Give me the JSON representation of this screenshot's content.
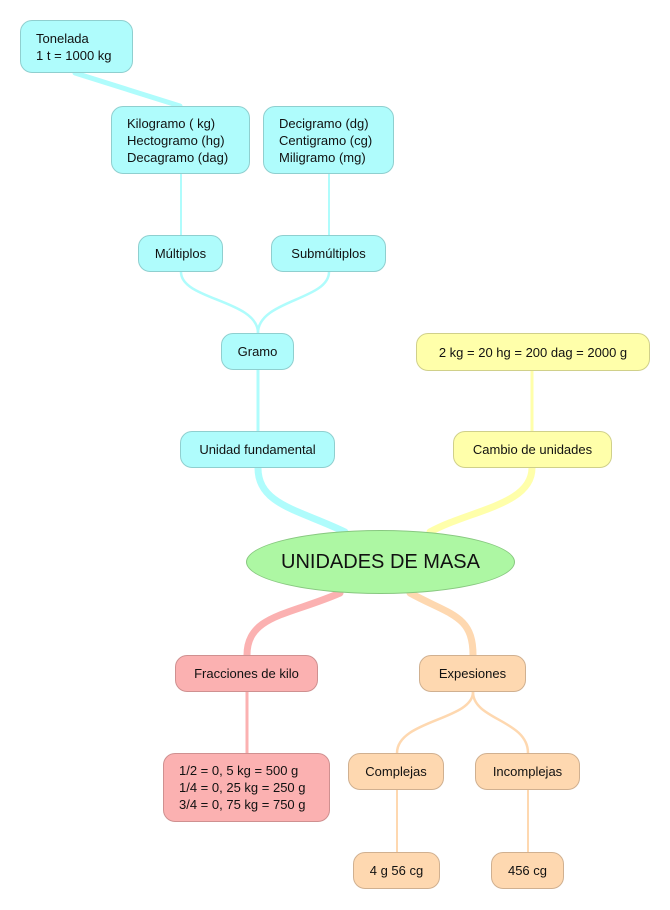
{
  "central": "UNIDADES DE MASA",
  "nodes": {
    "tonelada": "Tonelada\n1 t = 1000 kg",
    "multiples_list": "Kilogramo ( kg)\nHectogramo (hg)\nDecagramo (dag)",
    "submultiples_list": "Decigramo (dg)\nCentigramo (cg)\nMiligramo (mg)",
    "multiplos": "Múltiplos",
    "submultiplos": "Submúltiplos",
    "gramo": "Gramo",
    "unidad_fundamental": "Unidad fundamental",
    "cambio_example": "2 kg = 20 hg = 200 dag = 2000 g",
    "cambio_unidades": "Cambio de unidades",
    "fracciones": "Fracciones de kilo",
    "fracciones_list": "1/2 = 0, 5 kg = 500 g\n1/4 = 0, 25 kg = 250 g\n3/4 = 0, 75 kg = 750 g",
    "expesiones": "Expesiones",
    "complejas": "Complejas",
    "incomplejas": "Incomplejas",
    "complejas_example": "4 g 56 cg",
    "incomplejas_example": "456 cg"
  },
  "colors": {
    "cyan": "#affcfc",
    "yellow": "#ffffaa",
    "green": "#adf7a3",
    "pink": "#fbb1b1",
    "orange": "#fed8b0"
  }
}
